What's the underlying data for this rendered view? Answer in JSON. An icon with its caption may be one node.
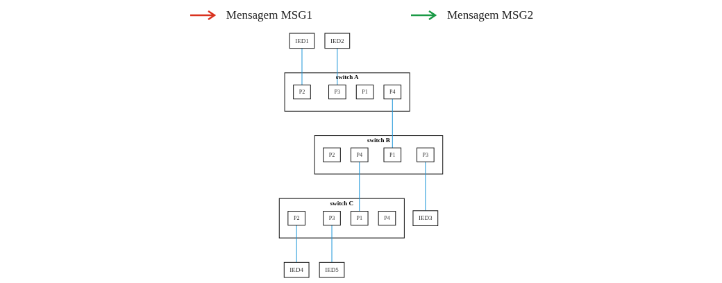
{
  "diagram": {
    "nodes": [
      {
        "text": [
          "IED1"
        ]
      },
      {
        "text": [
          "IED2"
        ]
      },
      {
        "text": [
          "IED3"
        ]
      },
      {
        "text": [
          "IED4"
        ]
      },
      {
        "text": [
          "IED5"
        ]
      },
      {
        "text": [
          "switch A"
        ]
      },
      {
        "text": [
          "P2"
        ],
        "in": 5
      },
      {
        "text": [
          "P3"
        ],
        "in": 5
      },
      {
        "text": [
          "P1"
        ],
        "in": 5
      },
      {
        "text": [
          "P4"
        ],
        "in": 5
      },
      {
        "text": [
          "switch B"
        ]
      },
      {
        "text": [
          "P2"
        ],
        "in": 10
      },
      {
        "text": [
          "P3"
        ],
        "in": 10
      },
      {
        "text": [
          "P1"
        ],
        "in": 10
      },
      {
        "text": [
          "P4"
        ],
        "in": 10
      },
      {
        "text": [
          "switch C"
        ]
      },
      {
        "text": [
          "P2"
        ],
        "in": 15
      },
      {
        "text": [
          "P3"
        ],
        "in": 15
      },
      {
        "text": [
          "P1"
        ],
        "in": 15
      },
      {
        "text": [
          "P4"
        ],
        "in": 15
      }
    ],
    "edges": [
      {
        "from": 0,
        "to": 6,
        "arrow": "none"
      },
      {
        "from": 1,
        "to": 7,
        "arrow": "none"
      },
      {
        "from": 9,
        "to": 13,
        "arrow": "none"
      },
      {
        "from": 12,
        "to": 2,
        "arrow": "none"
      },
      {
        "from": 14,
        "to": 18,
        "arrow": "none"
      },
      {
        "from": 16,
        "to": 3,
        "arrow": "none"
      },
      {
        "from": 17,
        "to": 4,
        "arrow": "none"
      }
    ],
    "legend": [
      {
        "text": "Mensagem MSG1"
      },
      {
        "text": "Mensagem MSG2"
      }
    ]
  }
}
